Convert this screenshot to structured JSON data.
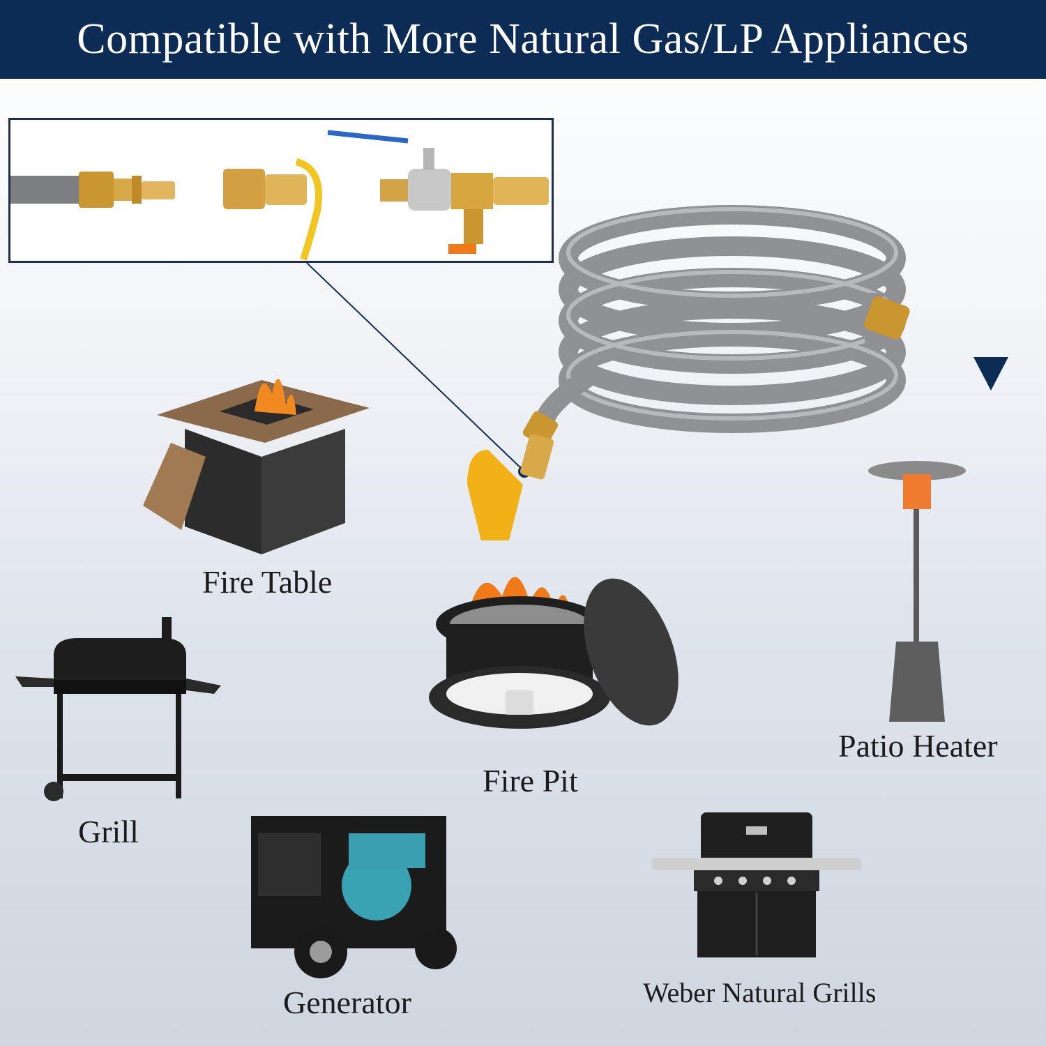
{
  "banner": {
    "title": "Compatible with More Natural Gas/LP Appliances"
  },
  "colors": {
    "banner_bg": "#0c2c55",
    "accent": "#0c2c55",
    "hose": "#8f9194",
    "brass": "#c9962f",
    "cap": "#f2b116"
  },
  "appliances": {
    "fire_table": "Fire Table",
    "fire_pit": "Fire Pit",
    "patio_heater": "Patio Heater",
    "grill": "Grill",
    "generator": "Generator",
    "weber": "Weber Natural Grills"
  },
  "icons": [
    "hose-coil-icon",
    "brass-connector-icon",
    "ball-valve-icon",
    "flame-icon",
    "arrow-down-icon"
  ]
}
